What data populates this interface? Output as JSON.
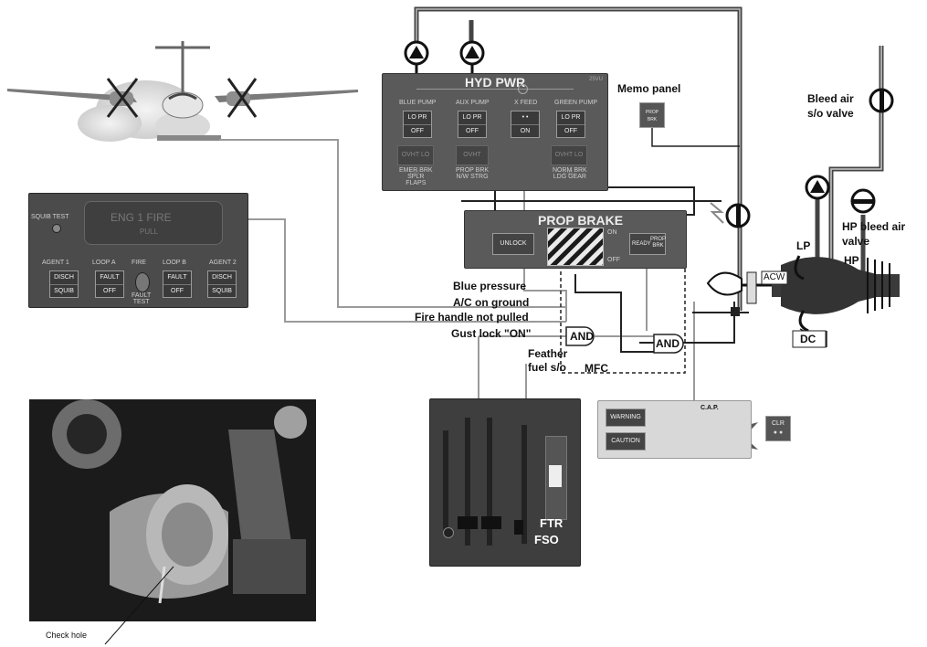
{
  "labels": {
    "memo_panel": "Memo panel",
    "bleed_air_so_valve": "Bleed air\ns/o valve",
    "hp_bleed_air_valve": "HP bleed air\nvalve",
    "lp": "LP",
    "hp": "HP",
    "acw": "ACW",
    "dc": "DC",
    "blue_pressure": "Blue pressure",
    "ac_on_ground": "A/C on ground",
    "fire_handle_not_pulled": "Fire handle not pulled",
    "gust_lock_on": "Gust lock \"ON\"",
    "and_left": "AND",
    "and_right": "AND",
    "feather_fuel_so": "Feather\nfuel s/o",
    "mfc": "MFC",
    "ftr": "FTR",
    "fso": "FSO",
    "check_hole": "Check hole",
    "cap": "C.A.P."
  },
  "hyd_pwr_panel": {
    "title": "HYD PWR",
    "code": "25VU",
    "columns": [
      {
        "header": "BLUE PUMP",
        "top": "LO PR",
        "bottom": "OFF",
        "lower_top": "OVHT",
        "lower_bottom": "LO LVL",
        "caption": "EMER BRK\nSPLR\nFLAPS"
      },
      {
        "header": "AUX PUMP",
        "top": "LO PR",
        "bottom": "OFF",
        "lower_top": "OVHT",
        "lower_bottom": "",
        "caption": "PROP BRK\nN/W STRG"
      },
      {
        "header": "X FEED",
        "top": "• •",
        "bottom": "ON",
        "lower_top": "",
        "lower_bottom": "",
        "caption": ""
      },
      {
        "header": "GREEN PUMP",
        "top": "LO PR",
        "bottom": "OFF",
        "lower_top": "OVHT",
        "lower_bottom": "LO LVL",
        "caption": "NORM BRK\nLDG GEAR"
      }
    ]
  },
  "engine_fire_panel": {
    "handle_title": "ENG 1 FIRE",
    "handle_sub": "PULL",
    "squib_test": "SQUIB TEST",
    "fire": "FIRE",
    "fault_test": "FAULT\nTEST",
    "groups": [
      {
        "label": "AGENT 1",
        "top": "DISCH",
        "bottom": "SQUIB"
      },
      {
        "label": "LOOP A",
        "top": "FAULT",
        "bottom": "OFF"
      },
      {
        "label": "LOOP B",
        "top": "FAULT",
        "bottom": "OFF"
      },
      {
        "label": "AGENT 2",
        "top": "DISCH",
        "bottom": "SQUIB"
      }
    ]
  },
  "prop_brake_panel": {
    "title": "PROP BRAKE",
    "unlock": "UNLOCK",
    "on": "ON",
    "off": "OFF",
    "ready": "READY",
    "prop_brk": "PROP\nBRK"
  },
  "memo_button": "PROP\nBRK",
  "cap_panel": {
    "warning": "WARNING",
    "caution": "CAUTION",
    "clr": "CLR"
  }
}
